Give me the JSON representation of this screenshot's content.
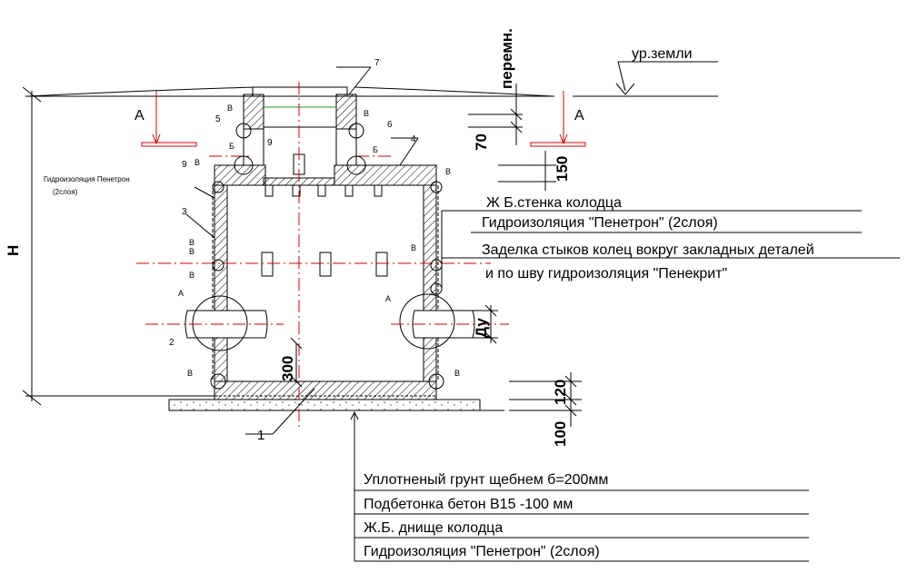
{
  "labels": {
    "ground_level": "ур.земли",
    "variable": "перемн.",
    "section_a": "А",
    "height": "Н",
    "dn": "Ду",
    "waterproof_left_1": "Гидроизоляция  Пенетрон",
    "waterproof_left_2": "(2слоя)"
  },
  "dimensions": {
    "d70": "70",
    "d150": "150",
    "d300": "300",
    "d120": "120",
    "d100": "100"
  },
  "callouts_right": [
    "Ж Б.стенка колодца",
    "Гидроизоляция  \"Пенетрон\" (2слоя)",
    "Заделка стыков колец вокруг закладных деталей",
    "и по шву гидроизоляция \"Пенекрит\""
  ],
  "callouts_bottom": [
    "Уплотненый грунт щебнем б=200мм",
    "Подбетонка бетон В15 -100   мм",
    "Ж.Б. днище колодца",
    "Гидроизоляция \"Пенетрон\" (2слоя)"
  ],
  "markers": {
    "n1": "1",
    "n2": "2",
    "n3": "3",
    "n4": "4",
    "n5": "5",
    "n6": "6",
    "n7": "7",
    "n9": "9",
    "v": "В",
    "b": "Б",
    "a": "А"
  },
  "colors": {
    "line": "#000000",
    "axis": "#d40000",
    "hatch": "#000000",
    "green": "#1a9a1a"
  }
}
